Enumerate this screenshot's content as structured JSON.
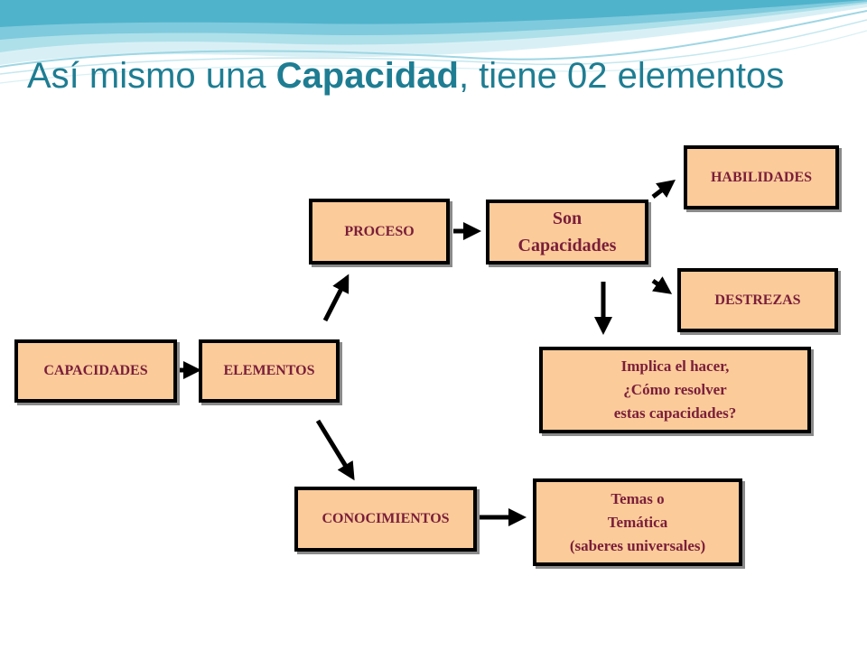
{
  "slide": {
    "title_prefix": "Así mismo una ",
    "title_bold": "Capacidad",
    "title_suffix": ", tiene 02 elementos"
  },
  "diagram": {
    "capacidades": "CAPACIDADES",
    "elementos": "ELEMENTOS",
    "proceso": "PROCESO",
    "son_capacidades": [
      "Son",
      "Capacidades"
    ],
    "habilidades": "HABILIDADES",
    "destrezas": "DESTREZAS",
    "implica": [
      "Implica el hacer,",
      "¿Cómo resolver",
      "estas capacidades?"
    ],
    "conocimientos": "CONOCIMIENTOS",
    "temas": [
      "Temas o",
      "Temática",
      "(saberes universales)"
    ]
  },
  "colors": {
    "title": "#1e7d92",
    "box_fill": "#fbcb9a",
    "box_text": "#7a1e3a",
    "box_border": "#000000",
    "wave_light": "#d8f0f5",
    "wave_mid": "#8fd3e2",
    "wave_dark": "#3aa5c0"
  }
}
